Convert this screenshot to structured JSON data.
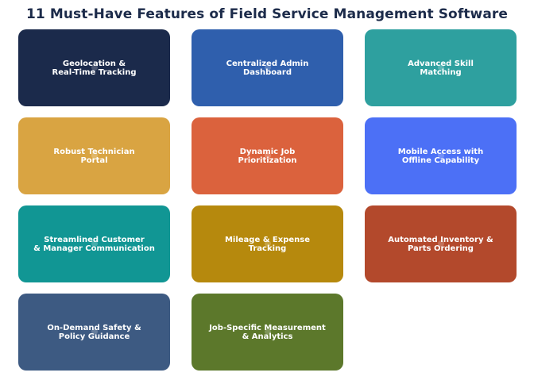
{
  "title": "11 Must-Have Features of Field Service Management Software",
  "features": [
    {
      "label": "Geolocation &\nReal-Time Tracking",
      "color": "#1b2a4b"
    },
    {
      "label": "Centralized Admin\nDashboard",
      "color": "#2f5fad"
    },
    {
      "label": "Advanced Skill\nMatching",
      "color": "#2ea09f"
    },
    {
      "label": "Robust Technician\nPortal",
      "color": "#d9a442"
    },
    {
      "label": "Dynamic Job\nPrioritization",
      "color": "#db623d"
    },
    {
      "label": "Mobile Access with\nOffline Capability",
      "color": "#4c70f6"
    },
    {
      "label": "Streamlined Customer\n& Manager Communication",
      "color": "#119694"
    },
    {
      "label": "Mileage & Expense\nTracking",
      "color": "#b6890d"
    },
    {
      "label": "Automated Inventory &\nParts Ordering",
      "color": "#b3492c"
    },
    {
      "label": "On-Demand Safety &\nPolicy Guidance",
      "color": "#3d5a82"
    },
    {
      "label": "Job-Specific Measurement\n& Analytics",
      "color": "#5c782b"
    }
  ]
}
